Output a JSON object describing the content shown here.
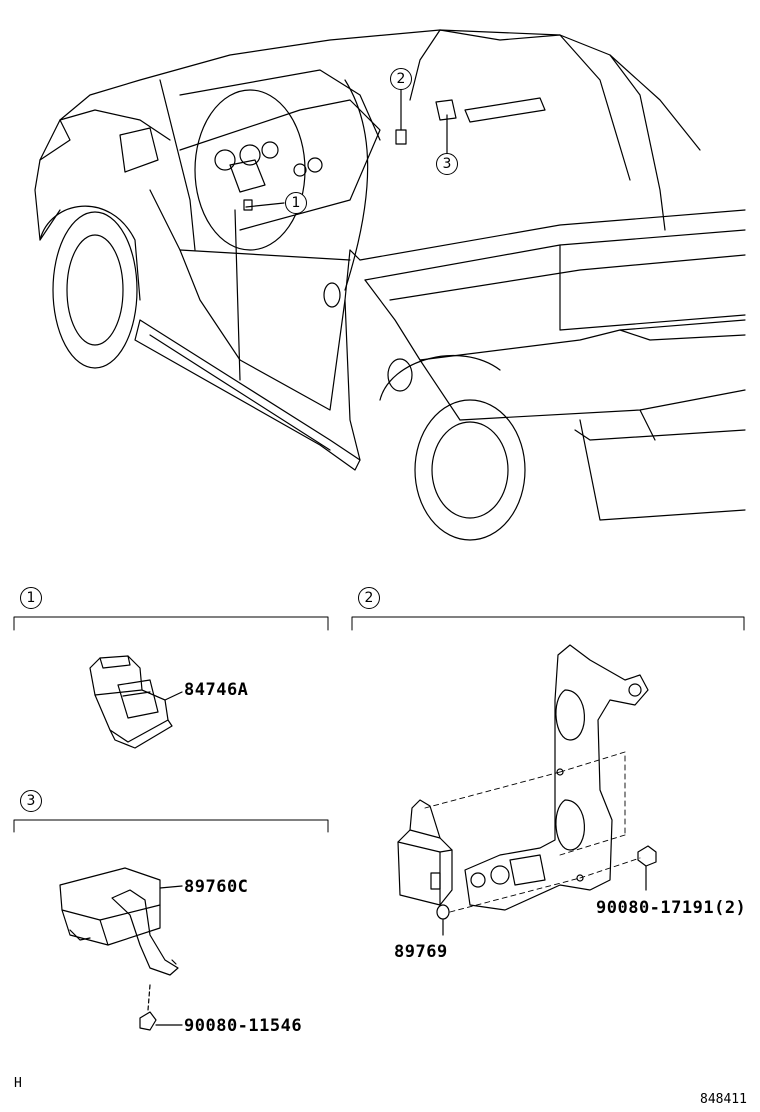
{
  "callouts": {
    "c1": "1",
    "c2": "2",
    "c3": "3"
  },
  "parts": {
    "p1": "84746A",
    "p2": "89760C",
    "p3": "90080-11546",
    "p4": "89769",
    "p5": "90080-17191(2)"
  },
  "footer": {
    "left_code": "H",
    "drawing_id": "848411"
  }
}
